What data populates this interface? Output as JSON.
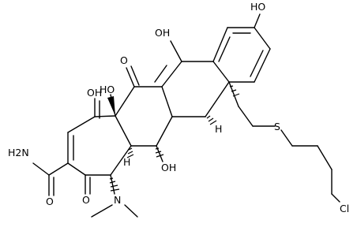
{
  "molecule": {
    "labels": {
      "amide_nh2": "H2N",
      "oh_top": "HO",
      "oh_top_right": "OH",
      "oh_left": "OH",
      "oh_ring_junction": "HO",
      "oh_bottom": "OH",
      "ketone_top": "O",
      "ketone_amide": "O",
      "ketone_bottom": "O",
      "h_left": "H",
      "h_right": "H",
      "n_dimethyl": "N",
      "sulfur": "S",
      "chlorine": "Cl"
    }
  }
}
